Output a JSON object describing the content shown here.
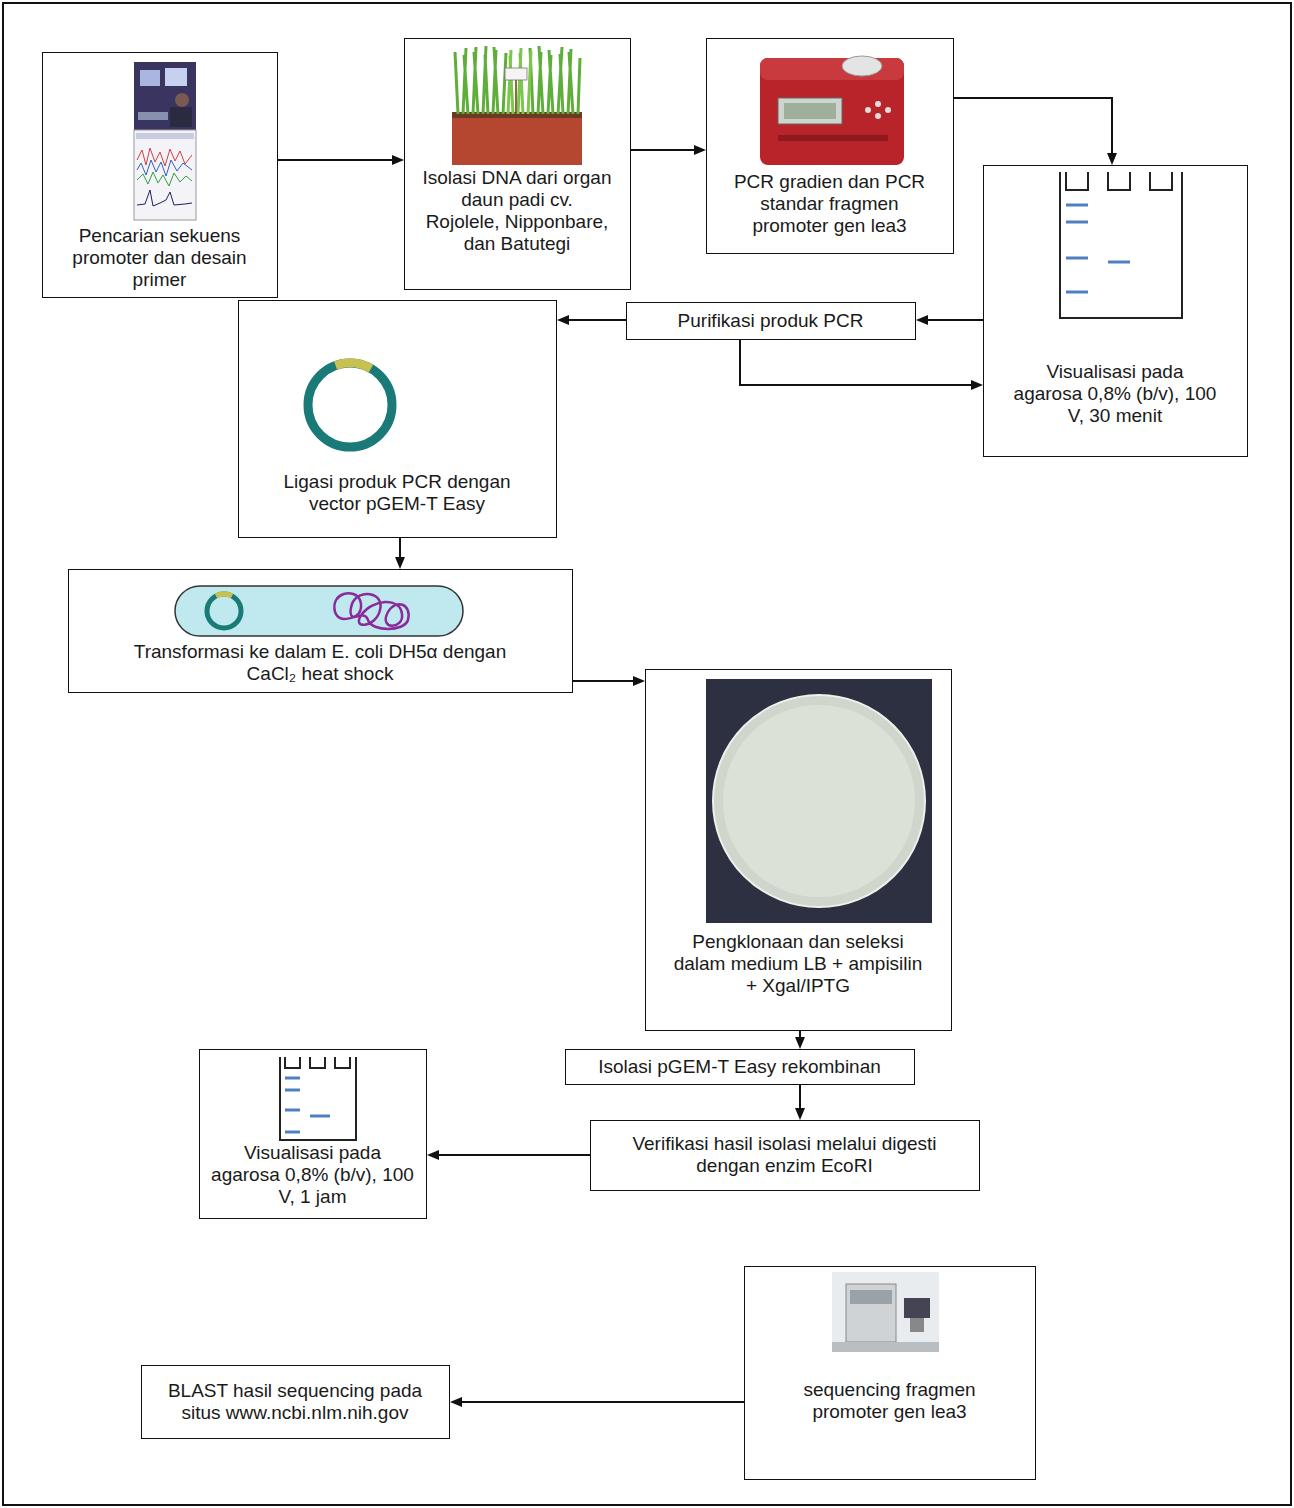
{
  "diagram": {
    "nodes": [
      {
        "text": [
          "Pencarian sekuens promoter dan desain primer"
        ]
      },
      {
        "text": [
          "Isolasi DNA dari organ daun padi cv. Rojolele, Nipponbare, dan Batutegi"
        ]
      },
      {
        "text": [
          "PCR gradien dan PCR standar fragmen promoter gen lea3"
        ]
      },
      {
        "text": [
          "Visualisasi pada agarosa 0,8% (b/v), 100 V, 30 menit"
        ]
      },
      {
        "text": [
          "Purifikasi produk PCR"
        ]
      },
      {
        "text": [
          "Ligasi produk PCR dengan vector pGEM-T Easy"
        ]
      },
      {
        "text": [
          "Transformasi ke dalam E. coli DH5α dengan CaCl₂ heat shock"
        ]
      },
      {
        "text": [
          "Pengklonaan dan seleksi dalam medium LB + ampisilin + Xgal/IPTG"
        ]
      },
      {
        "text": [
          "Isolasi pGEM-T Easy rekombinan"
        ]
      },
      {
        "text": [
          "Verifikasi hasil isolasi melalui digesti dengan enzim EcoRI"
        ]
      },
      {
        "text": [
          "Visualisasi pada agarosa 0,8% (b/v), 100 V, 1 jam"
        ]
      },
      {
        "text": [
          "sequencing fragmen promoter gen lea3"
        ]
      },
      {
        "text": [
          "BLAST hasil sequencing pada situs www.ncbi.nlm.nih.gov"
        ]
      }
    ],
    "edges": [
      {
        "from": 0,
        "to": 1,
        "arrow": "to"
      },
      {
        "from": 1,
        "to": 2,
        "arrow": "to"
      },
      {
        "from": 2,
        "to": 3,
        "arrow": "to"
      },
      {
        "from": 3,
        "to": 4,
        "arrow": "to"
      },
      {
        "from": 4,
        "to": 5,
        "arrow": "to"
      },
      {
        "from": 4,
        "to": 3,
        "arrow": "to"
      },
      {
        "from": 5,
        "to": 6,
        "arrow": "to"
      },
      {
        "from": 6,
        "to": 7,
        "arrow": "to"
      },
      {
        "from": 7,
        "to": 8,
        "arrow": "to"
      },
      {
        "from": 8,
        "to": 9,
        "arrow": "to"
      },
      {
        "from": 9,
        "to": 10,
        "arrow": "to"
      },
      {
        "from": 11,
        "to": 12,
        "arrow": "to"
      }
    ]
  }
}
